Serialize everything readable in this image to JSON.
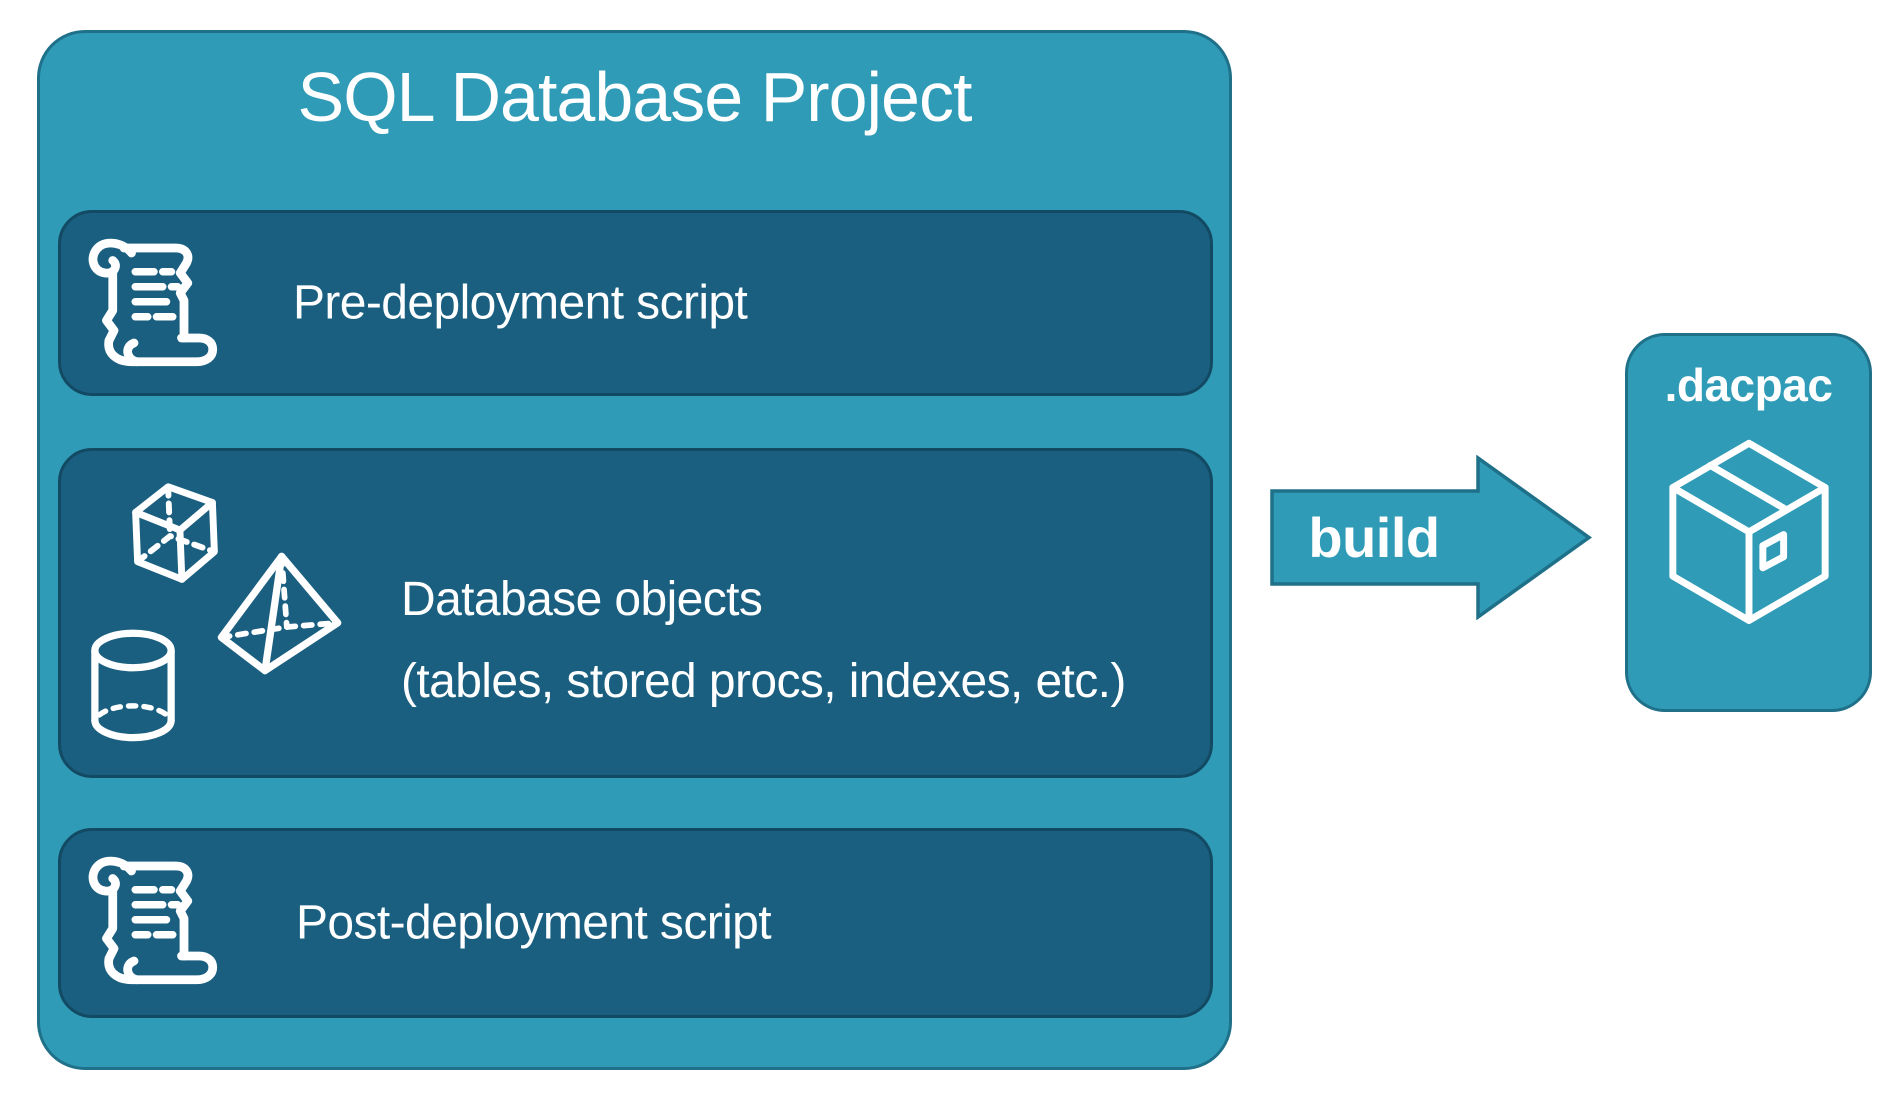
{
  "colors": {
    "accent_teal": "#2F9BB7",
    "accent_teal_border": "#1F7089",
    "panel_dark": "#1A5F80",
    "panel_dark_border": "#134A63",
    "text_white": "#FFFFFF"
  },
  "project_box": {
    "title": "SQL Database Project",
    "items": [
      {
        "id": "pre-deployment",
        "label": "Pre-deployment script",
        "icon": "scroll-icon"
      },
      {
        "id": "database-objects",
        "label_line1": "Database objects",
        "label_line2": "(tables, stored procs, indexes, etc.)",
        "icons": [
          "cube-icon",
          "pyramid-icon",
          "cylinder-icon"
        ]
      },
      {
        "id": "post-deployment",
        "label": "Post-deployment script",
        "icon": "scroll-icon"
      }
    ]
  },
  "arrow": {
    "label": "build",
    "icon": "right-arrow"
  },
  "output_box": {
    "label": ".dacpac",
    "icon": "package-icon"
  }
}
